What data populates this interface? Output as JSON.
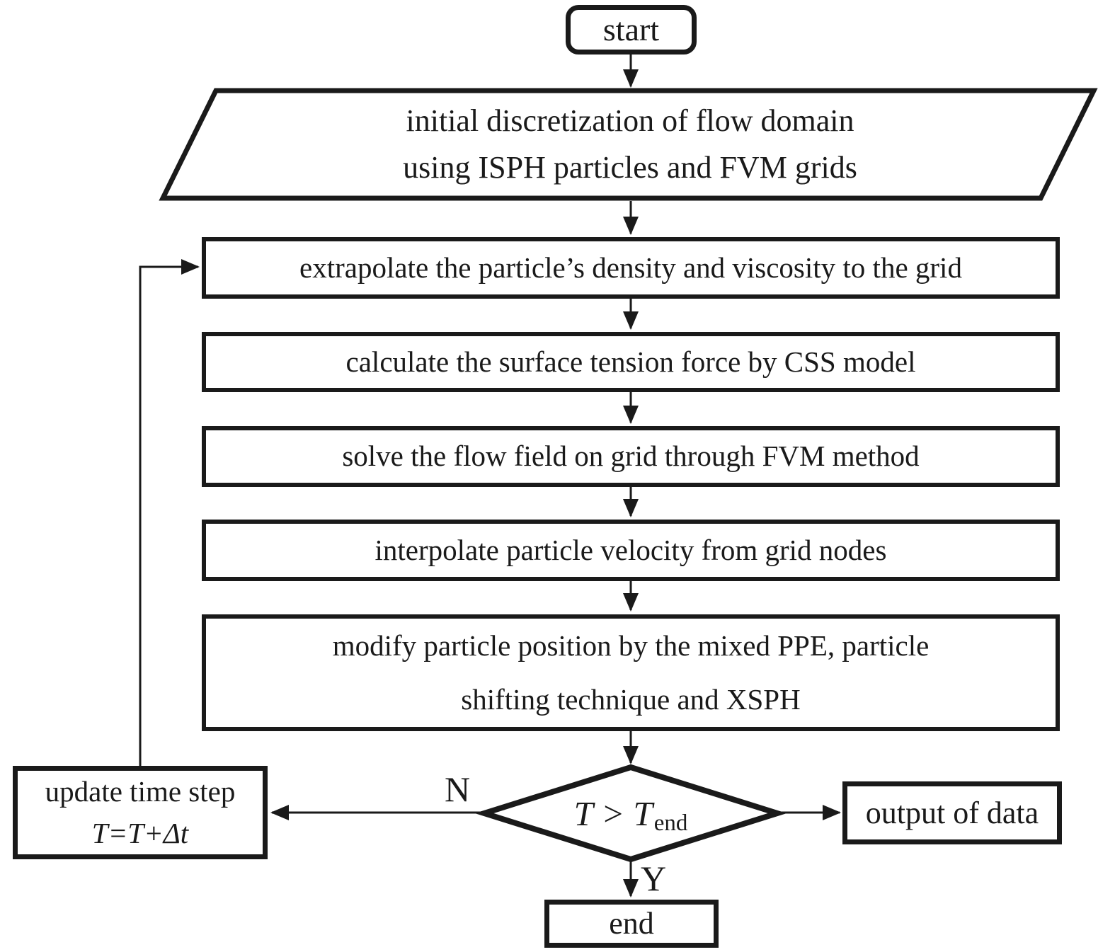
{
  "figure": {
    "type": "flowchart",
    "colors": {
      "stroke": "#1a1a1a",
      "background": "#ffffff"
    },
    "nodes": {
      "start": {
        "label": "start"
      },
      "init": {
        "line1": "initial discretization of flow domain",
        "line2": "using ISPH particles and FVM grids"
      },
      "extrapolate": {
        "label": "extrapolate the particle’s density and viscosity to the grid"
      },
      "surface": {
        "label": "calculate the surface tension force by CSS model"
      },
      "solve": {
        "label": "solve the flow field on grid through FVM method"
      },
      "interp": {
        "label": "interpolate particle velocity from grid nodes"
      },
      "modify": {
        "line1": "modify particle position by the mixed PPE, particle",
        "line2": "shifting technique and XSPH"
      },
      "decision": {
        "expr": "T > T",
        "sub": "end"
      },
      "update": {
        "line1": "update time step",
        "line2": "T=T+Δt"
      },
      "output": {
        "label": "output of data"
      },
      "end": {
        "label": "end"
      }
    },
    "branch_labels": {
      "no": "N",
      "yes": "Y"
    }
  }
}
